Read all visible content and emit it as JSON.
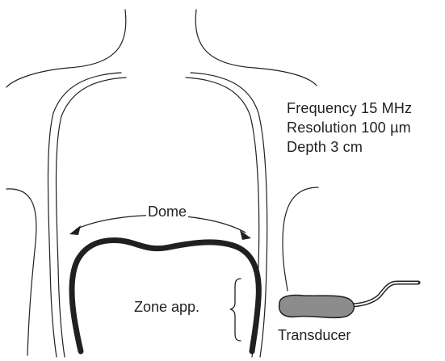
{
  "specs": {
    "frequency": "Frequency 15 MHz",
    "resolution": "Resolution 100 µm",
    "depth": "Depth 3 cm"
  },
  "labels": {
    "dome": "Dome",
    "zone": "Zone app.",
    "transducer": "Transducer"
  },
  "colors": {
    "ink": "#231f20",
    "probe_fill": "#8c8c8c",
    "background": "#ffffff"
  }
}
